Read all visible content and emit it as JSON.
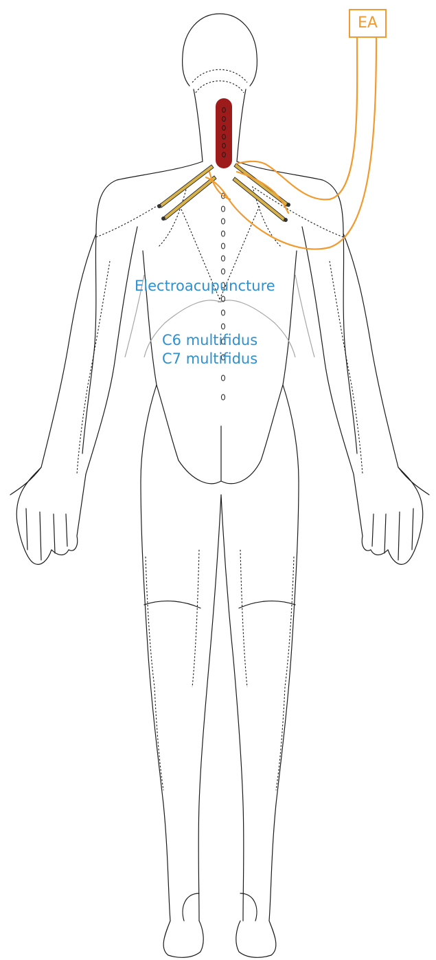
{
  "labels": {
    "technique": "Electroacupuncture",
    "muscle_1": "C6 multifidus",
    "muscle_2": "C7 multifidus",
    "device": "EA"
  },
  "colors": {
    "label": "#2f8fcf",
    "wire": "#f29a2e",
    "muscle": "#9e1b1b",
    "needle": "#d9b24a",
    "outline": "#1a1a1a"
  }
}
